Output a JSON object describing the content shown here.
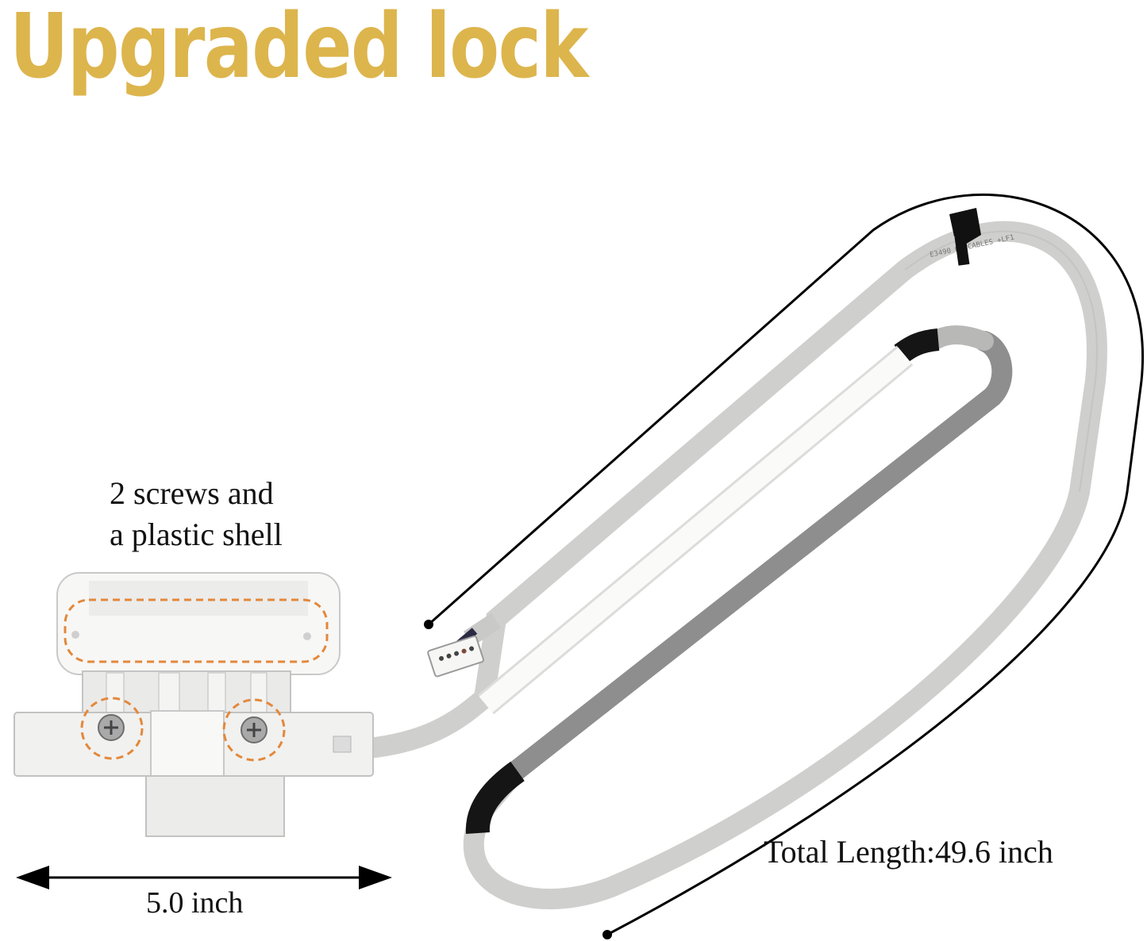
{
  "headline": {
    "text": "Upgraded lock",
    "color": "#DDB54D"
  },
  "callouts": {
    "screws_line1": "2 screws and",
    "screws_line2": "a plastic shell",
    "width": "5.0 inch",
    "total_length": "Total Length:49.6 inch"
  },
  "colors": {
    "highlight": "#E3883A",
    "cable_gray": "#CFCFCD",
    "cable_dark": "#8E8E8E",
    "sleeve_white": "#FAFAF8",
    "tape_black": "#151515",
    "dimension_line": "#000000"
  }
}
